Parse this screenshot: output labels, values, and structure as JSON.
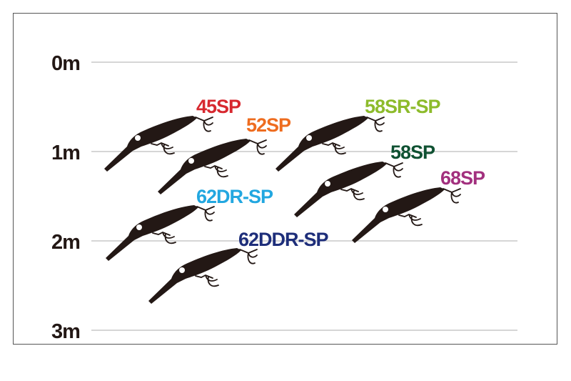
{
  "depth_axis": [
    "0m",
    "1m",
    "2m",
    "3m"
  ],
  "lures": [
    {
      "name": "45SP",
      "color": "#d7282f",
      "depth_m": 1.0
    },
    {
      "name": "52SP",
      "color": "#ee6c1f",
      "depth_m": 1.3
    },
    {
      "name": "58SR-SP",
      "color": "#8dbb2b",
      "depth_m": 1.0
    },
    {
      "name": "58SP",
      "color": "#0f5132",
      "depth_m": 1.6
    },
    {
      "name": "68SP",
      "color": "#a2307e",
      "depth_m": 1.9
    },
    {
      "name": "62DR-SP",
      "color": "#22a7e0",
      "depth_m": 2.0
    },
    {
      "name": "62DDR-SP",
      "color": "#1e2e7a",
      "depth_m": 2.5
    }
  ]
}
